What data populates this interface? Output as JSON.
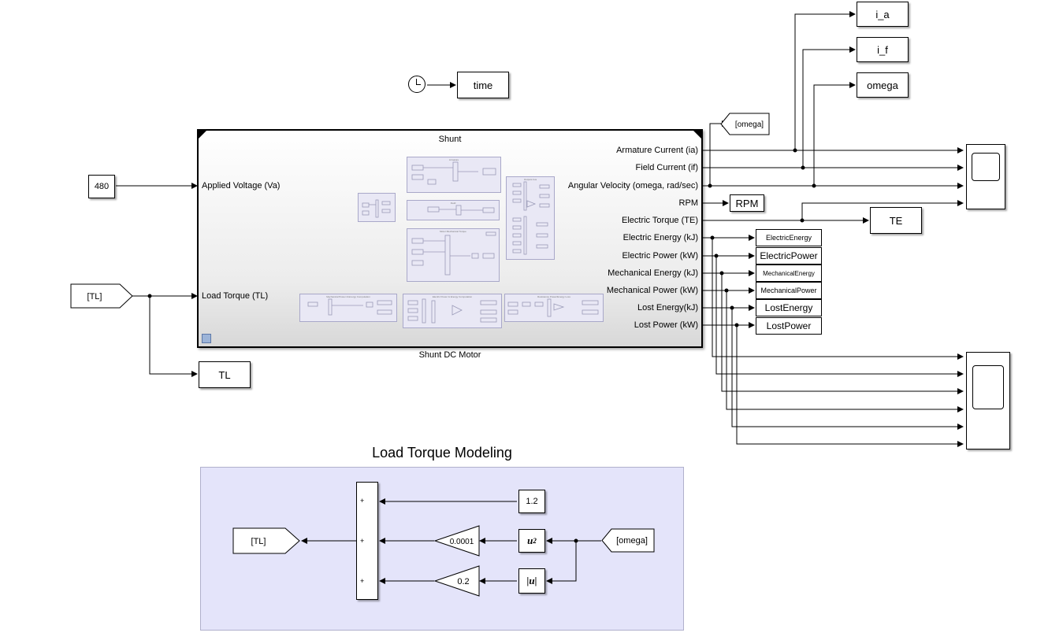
{
  "clock_target": "time",
  "subsystem": {
    "title": "Shunt",
    "caption": "Shunt DC Motor",
    "inputs": [
      "Applied Voltage (Va)",
      "Load Torque (TL)"
    ],
    "outputs": [
      "Armature Current (ia)",
      "Field Current (if)",
      "Angular Velocity (omega, rad/sec)",
      "RPM",
      "Electric Torque (TE)",
      "Electric Energy (kJ)",
      "Electric Power (kW)",
      "Mechanical Energy (kJ)",
      "Mechanical Power (kW)",
      "Lost Energy(kJ)",
      "Lost Power (kW)"
    ],
    "preview_titles": [
      "Armature",
      "Field",
      "Motor Mechanical Torque",
      "Outputs bus",
      "Mechanical Power & Energy Computation",
      "Electric Power & Energy Computation",
      "Resistance Power/Energy Loss"
    ]
  },
  "constant_480": "480",
  "from_tl": "[TL]",
  "goto_tl_block": "TL",
  "goto_omega": "[omega]",
  "workspace_outputs": {
    "ia": "i_a",
    "if": "i_f",
    "omega": "omega",
    "rpm": "RPM",
    "te": "TE"
  },
  "displays": [
    "ElectricEnergy",
    "ElectricPower",
    "MechanicalEnergy",
    "MechanicalPower",
    "LostEnergy",
    "LostPower"
  ],
  "load_torque": {
    "title": "Load Torque Modeling",
    "constant": "1.2",
    "gain1": "0.0001",
    "gain2": "0.2",
    "square_fn": "u",
    "square_exp": "2",
    "abs_fn": "|u|",
    "from_omega": "[omega]",
    "goto_tl": "[TL]",
    "sum_signs": [
      "+",
      "+",
      "+"
    ]
  },
  "colors": {
    "area_bg": "#e4e4fa",
    "area_border": "#b0b0cc",
    "subsystem_fill": "#efefef"
  }
}
